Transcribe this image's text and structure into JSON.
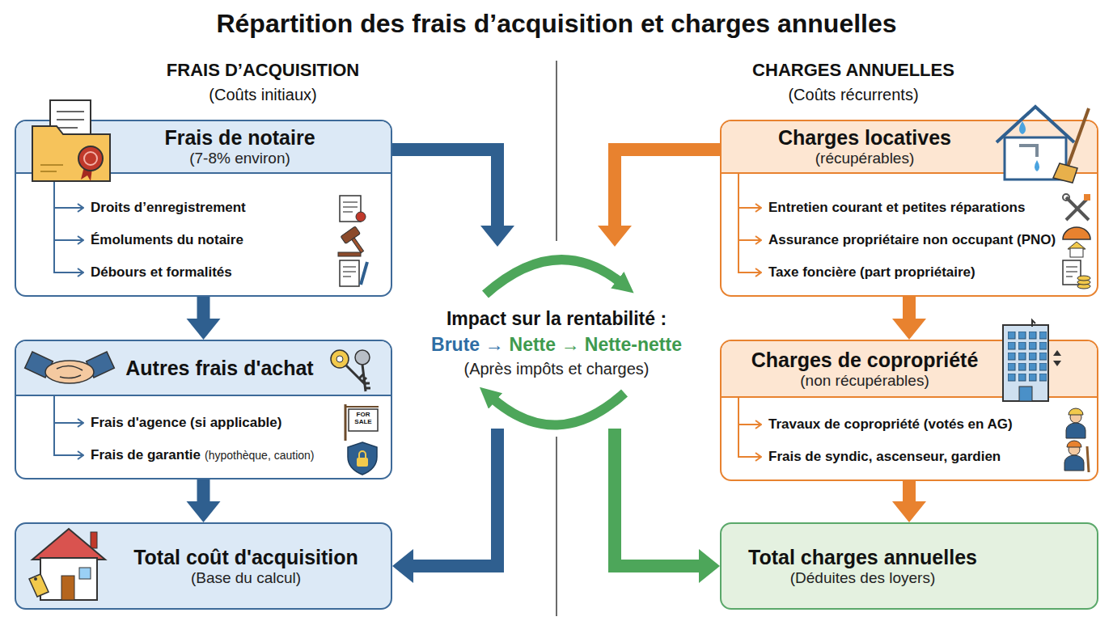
{
  "diagram": {
    "title": "Répartition des frais d’acquisition et charges annuelles",
    "nodes": [
      {
        "text": [
          "Frais de notaire",
          "(7-8% environ)",
          "Droits d’enregistrement",
          "Émoluments du notaire",
          "Débours et formalités"
        ]
      },
      {
        "text": [
          "Autres frais d'achat",
          "Frais d'agence (si applicable)",
          "Frais de garantie",
          "(hypothèque, caution)"
        ]
      },
      {
        "text": [
          "Total coût d'acquisition",
          "(Base du calcul)"
        ]
      },
      {
        "text": [
          "Impact sur la rentabilité :",
          "Brute →",
          "Nette → Nette-nette",
          "(Après impôts et charges)"
        ]
      },
      {
        "text": [
          "Charges locatives",
          "(récupérables)",
          "Entretien courant et petites réparations",
          "Assurance propriétaire non occupant (PNO)",
          "Taxe foncière (part propriétaire)"
        ]
      },
      {
        "text": [
          "Charges de copropriété",
          "(non récupérables)",
          "Travaux de copropriété (votés en AG)",
          "Frais de syndic, ascenseur, gardien"
        ]
      },
      {
        "text": [
          "Total charges annuelles",
          "(Déduites des loyers)"
        ]
      }
    ],
    "edges": [
      {
        "from": 0,
        "to": 1,
        "arrow": "to"
      },
      {
        "from": 1,
        "to": 2,
        "arrow": "to"
      },
      {
        "from": 0,
        "to": 3,
        "arrow": "to"
      },
      {
        "from": 3,
        "to": 2,
        "arrow": "to"
      },
      {
        "from": 4,
        "to": 5,
        "arrow": "to"
      },
      {
        "from": 5,
        "to": 6,
        "arrow": "to"
      },
      {
        "from": 4,
        "to": 3,
        "arrow": "to"
      },
      {
        "from": 3,
        "to": 6,
        "arrow": "to"
      }
    ],
    "labels": [
      "FRAIS D’ACQUISITION",
      "(Coûts initiaux)",
      "CHARGES ANNUELLES",
      "(Coûts récurrents)",
      "FOR SALE"
    ]
  }
}
